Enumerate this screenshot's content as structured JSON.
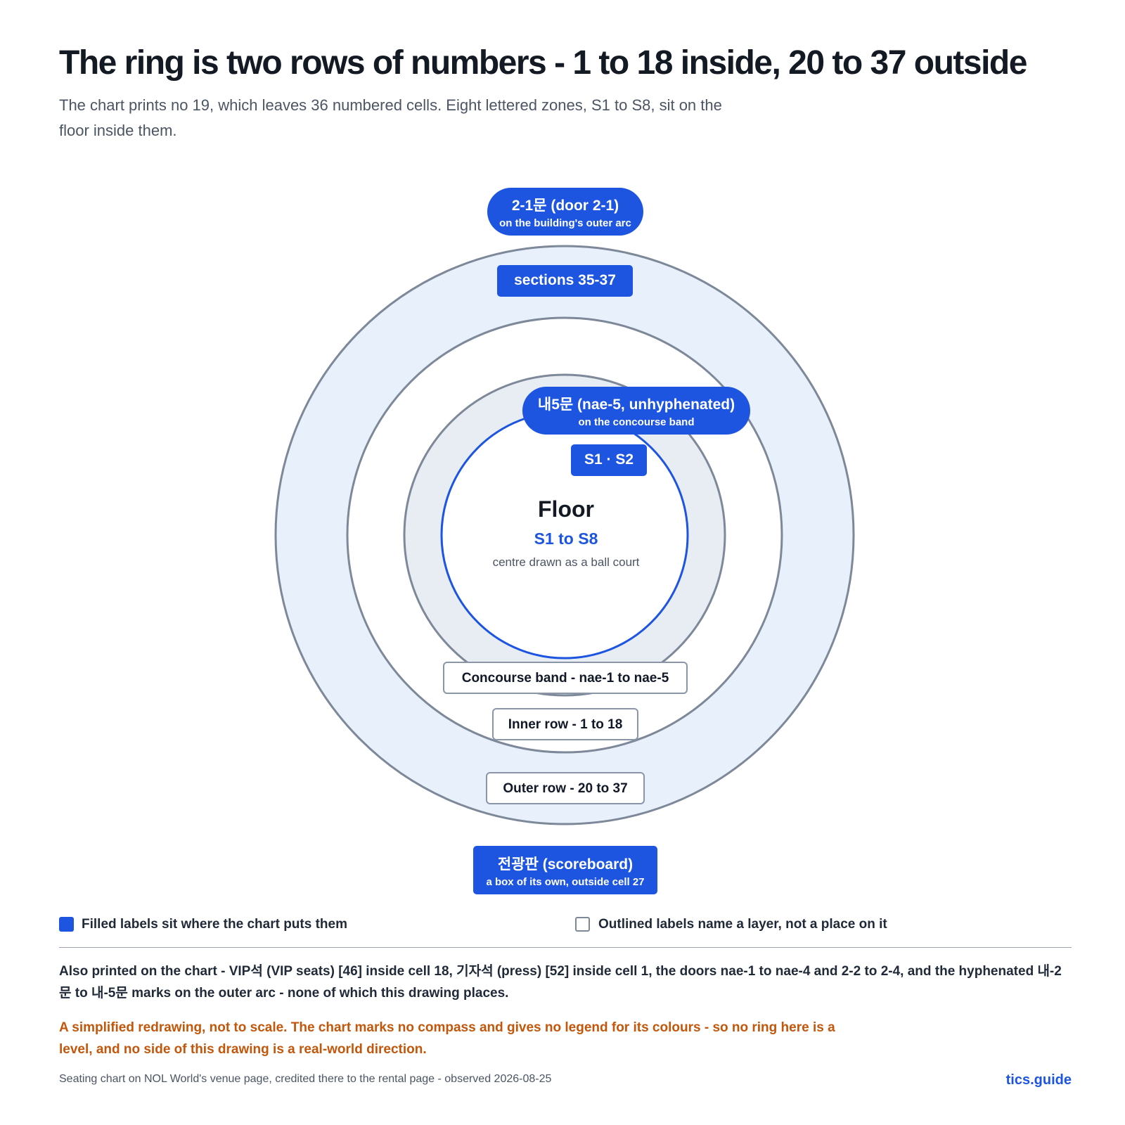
{
  "title": "The ring is two rows of numbers - 1 to 18 inside, 20 to 37 outside",
  "subtitle": "The chart prints no 19, which leaves 36 numbered cells. Eight lettered zones, S1 to S8, sit on the floor inside them.",
  "colors": {
    "accent": "#1d55e0",
    "outer_ring_fill": "#e8f0fc",
    "concourse_fill": "#e8ecf3",
    "ring_stroke": "#7d8899",
    "warning": "#c2570c"
  },
  "diagram": {
    "door_2_1": {
      "label": "2-1문 (door 2-1)",
      "sub": "on the building's outer arc"
    },
    "sections_35_37": "sections 35-37",
    "door_nae5": {
      "label": "내5문 (nae-5, unhyphenated)",
      "sub": "on the concourse band"
    },
    "s1_s2": "S1 · S2",
    "floor": {
      "title": "Floor",
      "zones": "S1 to S8",
      "note": "centre drawn as a ball court"
    },
    "concourse_label": "Concourse band - nae-1 to nae-5",
    "inner_row_label": "Inner row - 1 to 18",
    "outer_row_label": "Outer row - 20 to 37",
    "scoreboard": {
      "label": "전광판 (scoreboard)",
      "sub": "a box of its own, outside cell 27"
    }
  },
  "legend": {
    "filled": "Filled labels sit where the chart puts them",
    "outlined": "Outlined labels name a layer, not a place on it"
  },
  "also_printed": "Also printed on the chart - VIP석 (VIP seats) [46] inside cell 18, 기자석 (press) [52] inside cell 1, the doors nae-1 to nae-4 and 2-2 to 2-4, and the hyphenated 내-2문 to 내-5문 marks on the outer arc - none of which this drawing places.",
  "warning": "A simplified redrawing, not to scale. The chart marks no compass and gives no legend for its colours - so no ring here is a level, and no side of this drawing is a real-world direction.",
  "source": "Seating chart on NOL World's venue page, credited there to the rental page - observed 2026-08-25",
  "brand": "tics.guide"
}
